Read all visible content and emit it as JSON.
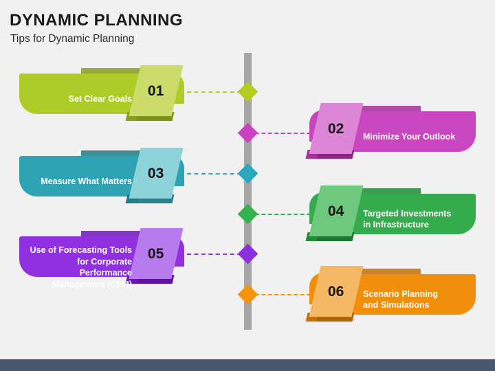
{
  "header": {
    "title": "DYNAMIC PLANNING",
    "subtitle": "Tips for Dynamic Planning"
  },
  "theme": {
    "background": "#f1f1f1",
    "spine_color": "#a6a6a6",
    "footer_color": "#47556e",
    "number_text_color": "#141414",
    "caption_text_color": "#ffffff"
  },
  "items": [
    {
      "number": "01",
      "caption": "Set Clear Goals",
      "side": "left",
      "base": "#afcb27",
      "plate": "#cbdc6b",
      "dark": "#8a9f1c",
      "shadow": "#7e9119",
      "diamond": "#b5cd20"
    },
    {
      "number": "02",
      "caption": "Minimize Your Outlook",
      "side": "right",
      "base": "#ca46c0",
      "plate": "#dd86d8",
      "dark": "#a52f9e",
      "shadow": "#8e2589",
      "diamond": "#cc41c4"
    },
    {
      "number": "03",
      "caption": "Measure What Matters",
      "side": "left",
      "base": "#2ea3b4",
      "plate": "#8ed2da",
      "dark": "#1f7d8b",
      "shadow": "#2a7f8c",
      "diamond": "#2ba7bb"
    },
    {
      "number": "04",
      "caption": "Targeted Investments\nin Infrastructure",
      "side": "right",
      "base": "#34ac4d",
      "plate": "#6ec97e",
      "dark": "#238a38",
      "shadow": "#1d7730",
      "diamond": "#35b24f"
    },
    {
      "number": "05",
      "caption": "Use of Forecasting Tools\nfor Corporate Performance\nManagement (CPM)",
      "side": "left",
      "base": "#9030e0",
      "plate": "#b87bee",
      "dark": "#6d17b5",
      "shadow": "#5f11a2",
      "diamond": "#8d2ee0"
    },
    {
      "number": "06",
      "caption": "Scenario Planning\nand Simulations",
      "side": "right",
      "base": "#f18f0c",
      "plate": "#f5b865",
      "dark": "#c4710a",
      "shadow": "#b06307",
      "diamond": "#f4930e"
    }
  ]
}
